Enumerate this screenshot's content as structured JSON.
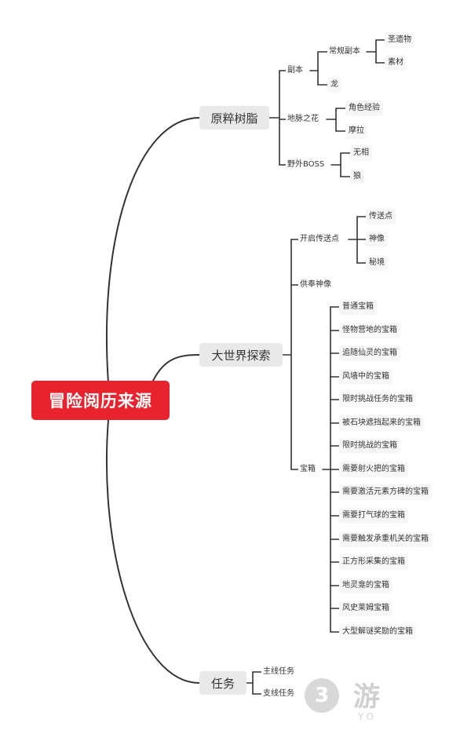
{
  "root": "冒险阅历来源",
  "branches": {
    "yuancui": "原粹树脂",
    "explore": "大世界探索",
    "task": "任务"
  },
  "yuancui": {
    "fuben": "副本",
    "changgui": "常规副本",
    "shengyiwu": "圣遗物",
    "sucai": "素材",
    "long": "龙",
    "dimai": "地脉之花",
    "juese": "角色经验",
    "mola": "摩拉",
    "yewai": "野外BOSS",
    "wuxiang": "无相",
    "lang": "狼"
  },
  "explore": {
    "kaiqi": "开启传送点",
    "chuansong": "传送点",
    "shenxiang": "神像",
    "mijing": "秘境",
    "gongfeng": "供奉神像",
    "baoxiang": "宝箱",
    "chests": [
      "普通宝箱",
      "怪物营地的宝箱",
      "追随仙灵的宝箱",
      "风墙中的宝箱",
      "限时挑战任务的宝箱",
      "被石块遮挡起来的宝箱",
      "限时挑战的宝箱",
      "需要射火把的宝箱",
      "需要激活元素方碑的宝箱",
      "需要打气球的宝箱",
      "需要触发承重机关的宝箱",
      "正方形采集的宝箱",
      "地灵龛的宝箱",
      "风史莱姆宝箱",
      "大型解谜奖励的宝箱"
    ]
  },
  "task": {
    "main": "主线任务",
    "side": "支线任务"
  },
  "watermark": {
    "glyph": "3",
    "text": "游",
    "sub": "YO"
  },
  "colors": {
    "root_bg": "#e8232e",
    "branch_bg": "#e9e9e9",
    "line": "#333333"
  }
}
